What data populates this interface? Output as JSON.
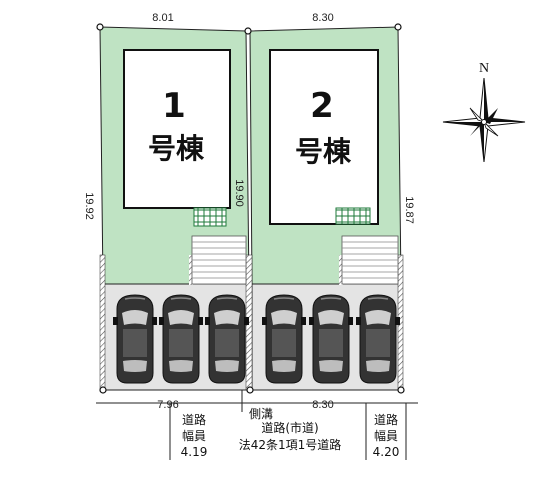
{
  "dimensions": {
    "top_left": "8.01",
    "top_right": "8.30",
    "left_side": "19.92",
    "middle": "19.90",
    "right_side": "19.87",
    "bottom_left": "7.96",
    "bottom_right": "8.30"
  },
  "buildings": [
    {
      "number": "1",
      "label": "号棟"
    },
    {
      "number": "2",
      "label": "号棟"
    }
  ],
  "compass": {
    "north_label": "N"
  },
  "road": {
    "gutter_label": "側溝",
    "main_line1": "道路(市道)",
    "main_line2": "法42条1項1号道路",
    "left_width_line1": "道路",
    "left_width_line2": "幅員",
    "left_width_value": "4.19",
    "right_width_line1": "道路",
    "right_width_line2": "幅員",
    "right_width_value": "4.20"
  },
  "colors": {
    "lot_green": "#bfe3c3",
    "parking_gray": "#e4e4e4",
    "house_fill": "#ffffff",
    "line": "#222222"
  }
}
